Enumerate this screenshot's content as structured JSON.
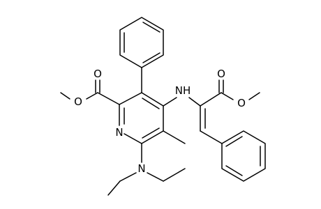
{
  "atoms": {
    "ester_left_O_carbonyl": "O",
    "ester_left_O_single": "O",
    "ester_right_O_carbonyl": "O",
    "ester_right_O_single": "O",
    "amine_NH": "NH",
    "pyridine_N": "N",
    "diethylamino_N": "N"
  },
  "colors": {
    "bond": "#000000",
    "label": "#000000",
    "background": "#ffffff"
  }
}
